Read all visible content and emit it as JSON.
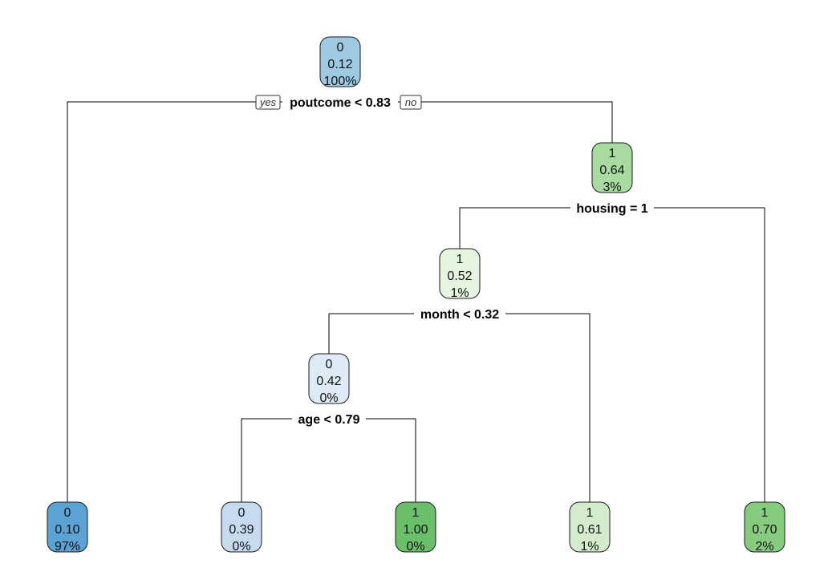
{
  "tree": {
    "branch_labels": {
      "yes": "yes",
      "no": "no"
    },
    "nodes": [
      {
        "id": "root",
        "class": "0",
        "prob": "0.12",
        "pct": "100%",
        "color": "#9ECAE1"
      },
      {
        "id": "n1",
        "class": "1",
        "prob": "0.64",
        "pct": "3%",
        "color": "#A8DBA0"
      },
      {
        "id": "n2",
        "class": "1",
        "prob": "0.52",
        "pct": "1%",
        "color": "#E5F5E0"
      },
      {
        "id": "n3",
        "class": "0",
        "prob": "0.42",
        "pct": "0%",
        "color": "#DEEBF7"
      },
      {
        "id": "leaf1",
        "class": "0",
        "prob": "0.10",
        "pct": "97%",
        "color": "#5BA3D4"
      },
      {
        "id": "leaf2",
        "class": "0",
        "prob": "0.39",
        "pct": "0%",
        "color": "#C6DBEF"
      },
      {
        "id": "leaf3",
        "class": "1",
        "prob": "1.00",
        "pct": "0%",
        "color": "#6ABF69"
      },
      {
        "id": "leaf4",
        "class": "1",
        "prob": "0.61",
        "pct": "1%",
        "color": "#D3EDCC"
      },
      {
        "id": "leaf5",
        "class": "1",
        "prob": "0.70",
        "pct": "2%",
        "color": "#86CC7F"
      }
    ],
    "splits": [
      {
        "id": "s-root",
        "node": "root",
        "label": "poutcome < 0.83",
        "yes": "leaf1",
        "no": "n1"
      },
      {
        "id": "s-n1",
        "node": "n1",
        "label": "housing = 1",
        "yes": "n2",
        "no": "leaf5"
      },
      {
        "id": "s-n2",
        "node": "n2",
        "label": "month < 0.32",
        "yes": "n3",
        "no": "leaf4"
      },
      {
        "id": "s-n3",
        "node": "n3",
        "label": "age < 0.79",
        "yes": "leaf2",
        "no": "leaf3"
      }
    ]
  }
}
